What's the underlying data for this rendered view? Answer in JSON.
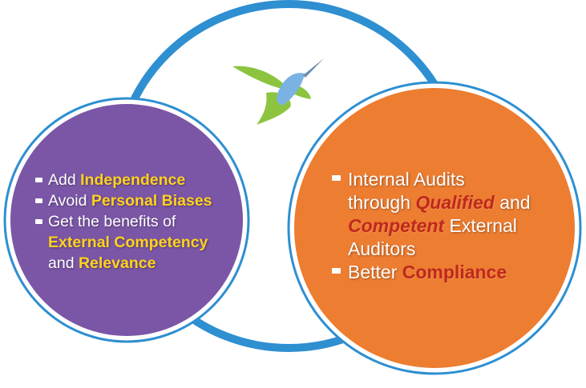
{
  "logo": {
    "icon": "hummingbird-logo",
    "colors": {
      "wings": "#8cc43f",
      "body": "#7ab3e3"
    }
  },
  "left_circle": {
    "color": "#7b56a6",
    "items": [
      {
        "text_1": "Add ",
        "highlight_1": "Independence"
      },
      {
        "text_1": "Avoid ",
        "highlight_1": "Personal Biases"
      },
      {
        "text_1": "Get the benefits of",
        "highlight_1": "External Competency",
        "text_2": "and ",
        "highlight_2": "Relevance"
      }
    ]
  },
  "right_circle": {
    "color": "#ec7d31",
    "items": [
      {
        "text_1": "Internal Audits",
        "text_2": "through ",
        "highlight_1": "Qualified",
        "text_3": " and",
        "highlight_2": "Competent",
        "text_4": " External",
        "text_5": "Auditors"
      },
      {
        "text_1": "Better ",
        "highlight_1": "Compliance"
      }
    ]
  },
  "colors": {
    "ring": "#2e8fd1",
    "highlight_yellow": "#ffd21f",
    "highlight_red": "#c0281d"
  }
}
